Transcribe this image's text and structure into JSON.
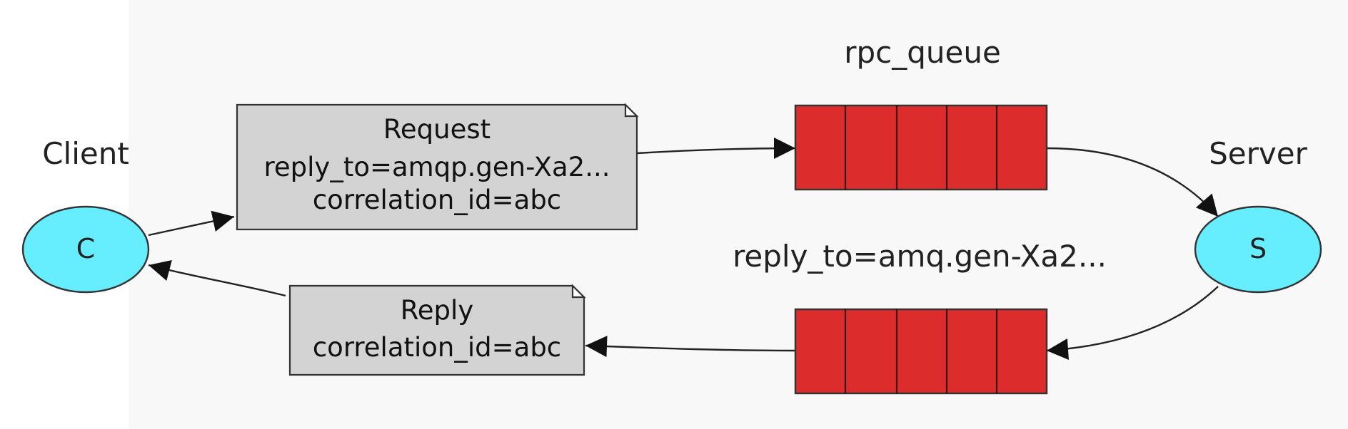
{
  "labels": {
    "client": "Client",
    "server": "Server",
    "rpc_queue": "rpc_queue",
    "reply_queue": "reply_to=amq.gen-Xa2..."
  },
  "nodes": {
    "client_letter": "C",
    "server_letter": "S"
  },
  "request_note": {
    "line1": "Request",
    "line2": "reply_to=amqp.gen-Xa2...",
    "line3": "correlation_id=abc"
  },
  "reply_note": {
    "line1": "Reply",
    "line2": "correlation_id=abc"
  },
  "colors": {
    "node_fill": "#66eeff",
    "queue_fill": "#dd2c2c",
    "note_fill": "#d3d3d3",
    "edge": "#222222"
  }
}
